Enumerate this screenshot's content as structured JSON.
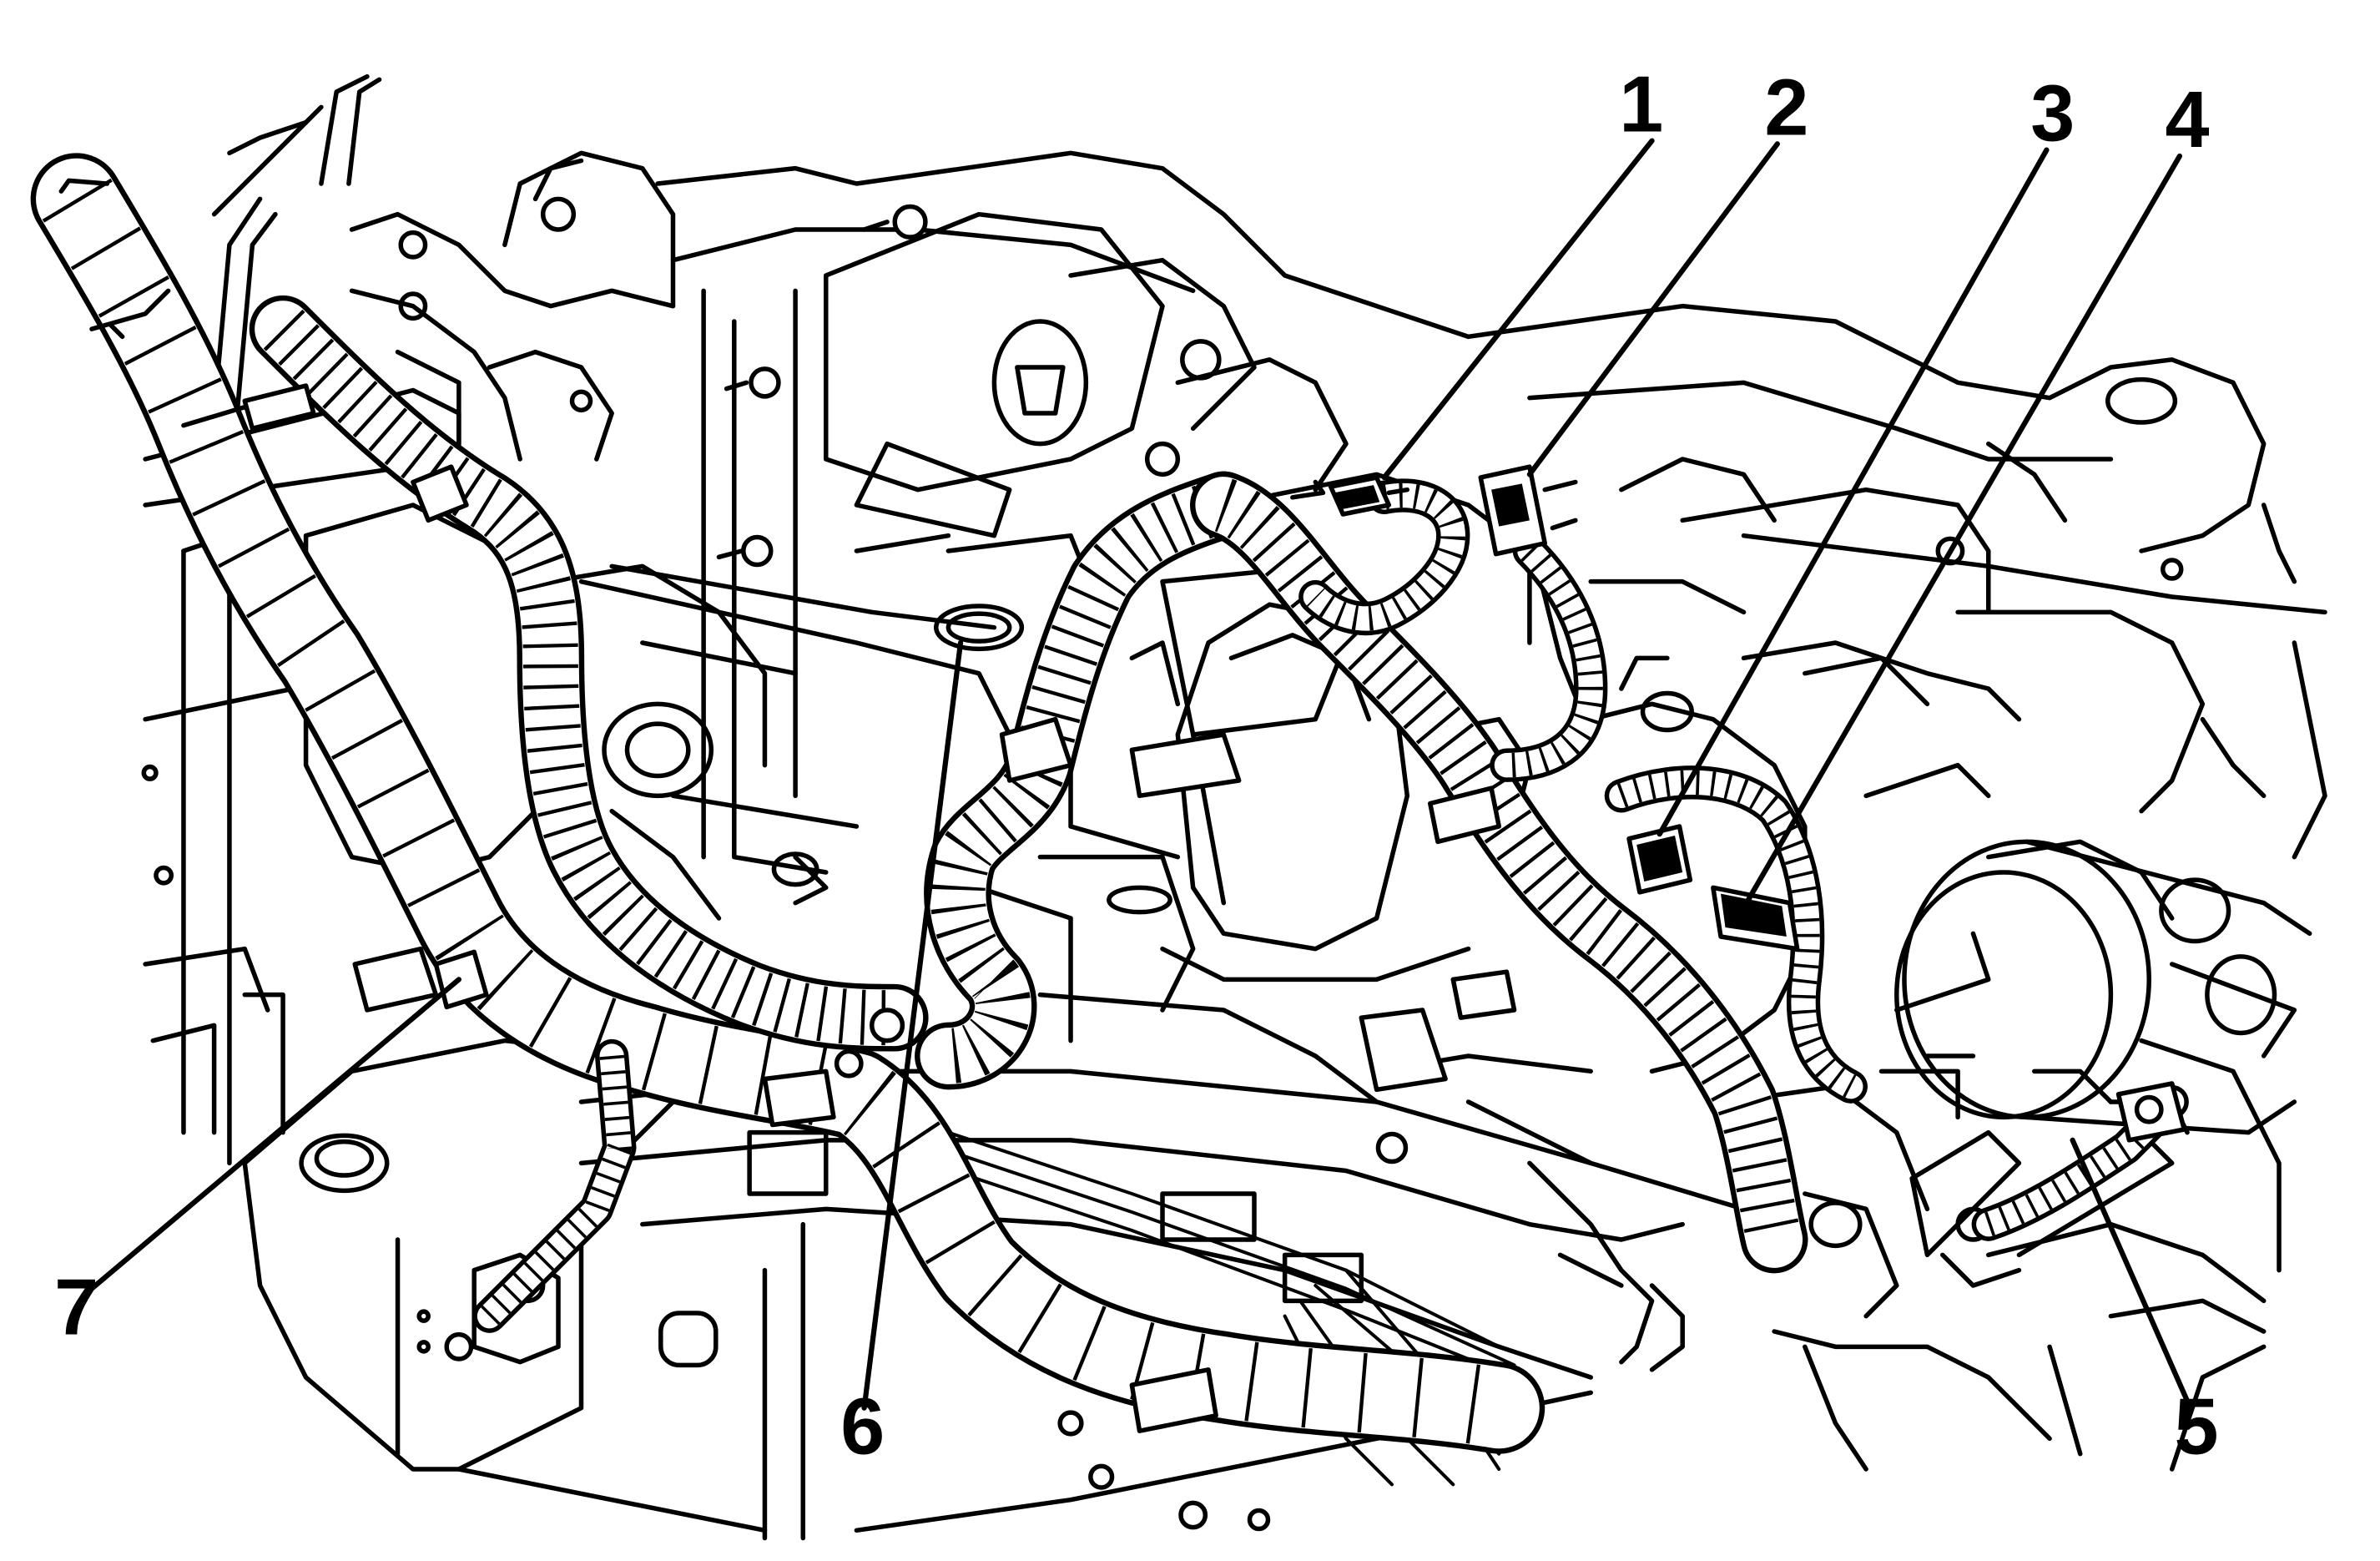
{
  "figure": {
    "callouts": [
      {
        "id": "callout-1",
        "text": "1"
      },
      {
        "id": "callout-2",
        "text": "2"
      },
      {
        "id": "callout-3",
        "text": "3"
      },
      {
        "id": "callout-4",
        "text": "4"
      },
      {
        "id": "callout-5",
        "text": "5"
      },
      {
        "id": "callout-6",
        "text": "6"
      },
      {
        "id": "callout-7",
        "text": "7"
      }
    ]
  }
}
